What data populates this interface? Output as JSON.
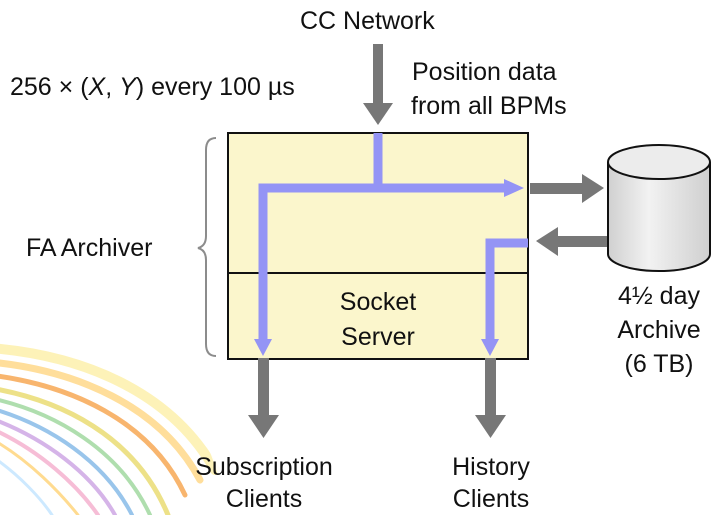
{
  "diagram": {
    "input": {
      "network_label": "CC Network",
      "rate_label": {
        "prefix": "256 × (",
        "x": "X",
        "sep": ", ",
        "y": "Y",
        "suffix": ") every 100 µs"
      },
      "position_data_line1": "Position data",
      "position_data_line2": "from all BPMs"
    },
    "archiver": {
      "label": "FA Archiver",
      "socket_server_line1": "Socket",
      "socket_server_line2": "Server"
    },
    "archive": {
      "line1": "4½ day",
      "line2": "Archive",
      "line3": "(6 TB)"
    },
    "outputs": {
      "subscription_line1": "Subscription",
      "subscription_line2": "Clients",
      "history_line1": "History",
      "history_line2": "Clients"
    },
    "colors": {
      "box_fill": "#fbf6cc",
      "arrow_gray": "#777777",
      "flow_blue": "#9494f5",
      "cylinder_fill": "#e6e6e6"
    }
  }
}
